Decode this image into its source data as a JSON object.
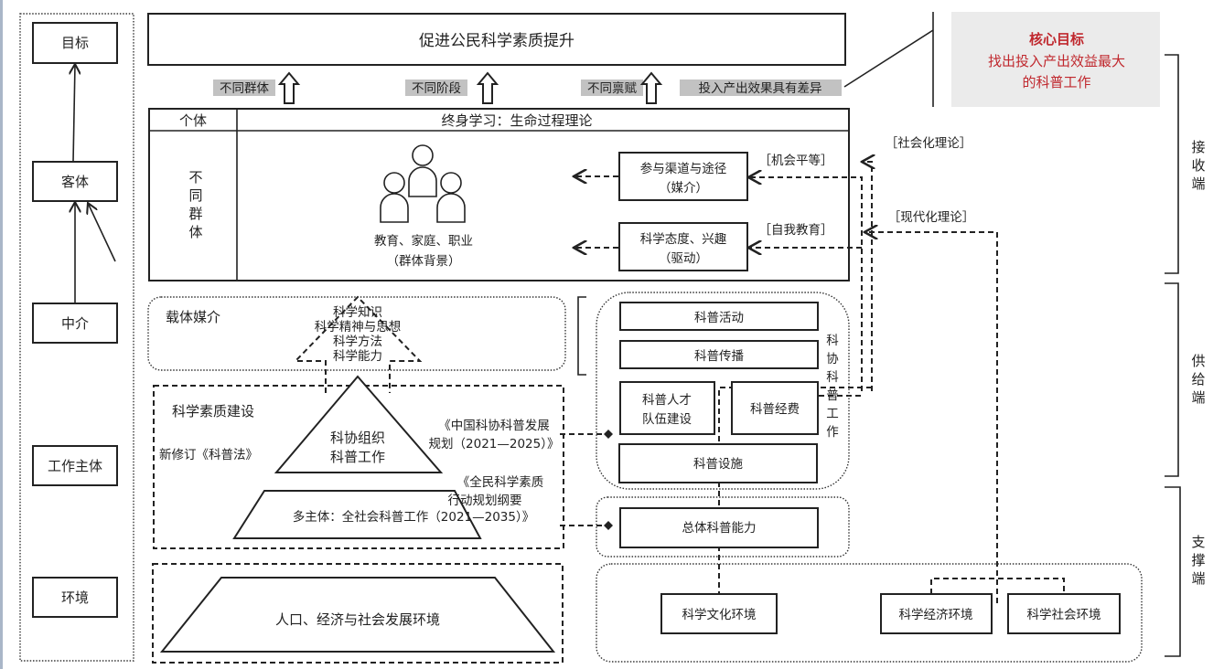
{
  "left_column": {
    "items": [
      "目标",
      "客体",
      "中介",
      "工作主体",
      "环境"
    ]
  },
  "top": {
    "goal_box": "促进公民科学素质提升",
    "tags": [
      "不同群体",
      "不同阶段",
      "不同禀赋",
      "投入产出效果具有差异"
    ]
  },
  "core_goal": {
    "title": "核心目标",
    "line1": "找出投入产出效益最大",
    "line2": "的科普工作",
    "bg_color": "#ebebeb",
    "text_color": "#c0282e"
  },
  "recipient_table": {
    "header_left": "个体",
    "header_right": "终身学习：生命过程理论",
    "side_label": [
      "不",
      "同",
      "群",
      "体"
    ],
    "group_caption1": "教育、家庭、职业",
    "group_caption2": "（群体背景）",
    "box_channel_1": "参与渠道与途径",
    "box_channel_2": "（媒介）",
    "box_attitude_1": "科学态度、兴趣",
    "box_attitude_2": "（驱动）",
    "tag_equal": "［机会平等］",
    "tag_self": "［自我教育］"
  },
  "theories": {
    "socialization": "［社会化理论］",
    "modernization": "［现代化理论］"
  },
  "carrier": {
    "label": "载体媒介",
    "arrow_lines": [
      "科学知识",
      "科学精神与思想",
      "科学方法",
      "科学能力"
    ]
  },
  "literacy": {
    "label": "科学素质建设",
    "law": "新修订《科普法》",
    "pyramid_top": [
      "科协组织",
      "科普工作"
    ],
    "pyramid_base": "多主体：全社会科普工作（2021—2035）》",
    "plan1": [
      "《中国科协科普发展",
      "规划（2021—2025）》"
    ],
    "plan2": [
      "《全民科学素质",
      "行动规划纲要"
    ]
  },
  "environment": {
    "label": "人口、经济与社会发展环境"
  },
  "cast_work": {
    "side_label": [
      "科",
      "协",
      "科",
      "普",
      "工",
      "作"
    ],
    "boxes": [
      "科普活动",
      "科普传播",
      "科普人才",
      "队伍建设",
      "科普经费",
      "科普设施"
    ],
    "capacity": "总体科普能力"
  },
  "env_boxes": [
    "科学文化环境",
    "科学经济环境",
    "科学社会环境"
  ],
  "brackets": {
    "receiver": [
      "接",
      "收",
      "端"
    ],
    "supplier": [
      "供",
      "给",
      "端"
    ],
    "support": [
      "支",
      "撑",
      "端"
    ]
  }
}
